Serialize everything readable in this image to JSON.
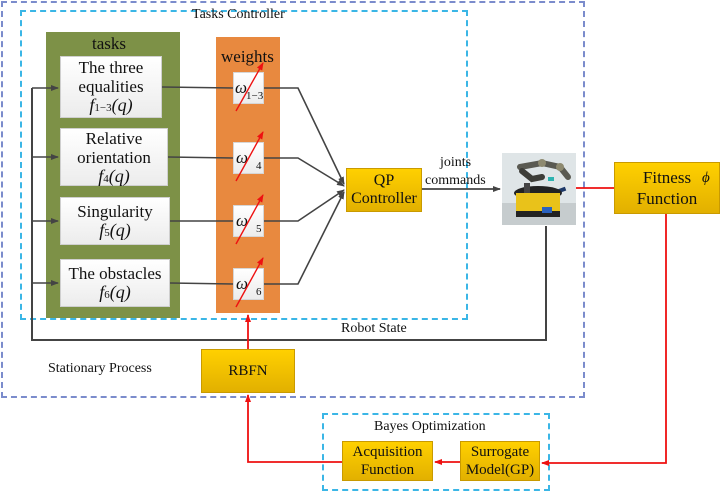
{
  "diagram": {
    "title_tasks_controller": "Tasks Controller",
    "stationary_process_label": "Stationary Process",
    "robot_state_label": "Robot State",
    "joints_commands_label_line1": "joints",
    "joints_commands_label_line2": "commands",
    "tasks_column": {
      "title": "tasks",
      "items": [
        {
          "line1": "The three",
          "line2": "equalities",
          "func": "f",
          "sub": "1−3",
          "arg": "(q)"
        },
        {
          "line1": "Relative",
          "line2": "orientation",
          "func": "f",
          "sub": "4",
          "arg": "(q)"
        },
        {
          "line1": "Singularity",
          "line2": "",
          "func": "f",
          "sub": "5",
          "arg": "(q)"
        },
        {
          "line1": "The obstacles",
          "line2": "",
          "func": "f",
          "sub": "6",
          "arg": "(q)"
        }
      ]
    },
    "weights_column": {
      "title": "weights",
      "items": [
        {
          "symbol": "ω",
          "sub": "1−3"
        },
        {
          "symbol": "ω",
          "sub": "4"
        },
        {
          "symbol": "ω",
          "sub": "5"
        },
        {
          "symbol": "ω",
          "sub": "6"
        }
      ]
    },
    "qp_controller": {
      "line1": "QP",
      "line2": "Controller"
    },
    "fitness_function": {
      "line1": "Fitness",
      "line2": "Function",
      "symbol": "ϕ"
    },
    "rbfn": {
      "label": "RBFN"
    },
    "bayes_optimization": {
      "title": "Bayes Optimization",
      "acquisition": {
        "line1": "Acquisition",
        "line2": "Function"
      },
      "surrogate": {
        "line1": "Surrogate",
        "line2": "Model(GP)"
      }
    },
    "robot_image": {
      "alt": "mobile manipulator robot photo"
    },
    "colors": {
      "outer_frame": "#7b8ccc",
      "inner_frame": "#3bb6e6",
      "tasks_green": "#7d9147",
      "weights_orange": "#e8893f",
      "block_gold": "#f5c400",
      "signal_black": "#444444",
      "signal_red": "#ee1111"
    }
  }
}
